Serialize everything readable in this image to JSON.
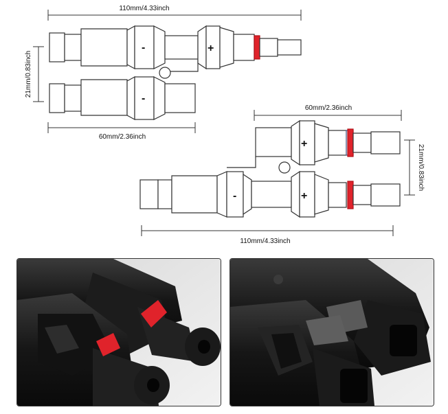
{
  "colors": {
    "line": "#333333",
    "seal_red": "#e0232b",
    "background": "#ffffff",
    "photo_bg": "#e6e6e6",
    "plastic_black": "#161616"
  },
  "connector_y_female": {
    "overall_length": "110mm/4.33inch",
    "branch_length": "60mm/2.36inch",
    "pitch": "21mm/0.83inch",
    "negative_mark": "-",
    "positive_mark": "+"
  },
  "connector_y_male": {
    "overall_length": "110mm/4.33inch",
    "branch_length": "60mm/2.36inch",
    "pitch": "21mm/0.83inch",
    "negative_mark": "-",
    "positive_mark": "+"
  },
  "photos": [
    {
      "subject": "male-connector-photo"
    },
    {
      "subject": "female-connector-photo"
    }
  ]
}
